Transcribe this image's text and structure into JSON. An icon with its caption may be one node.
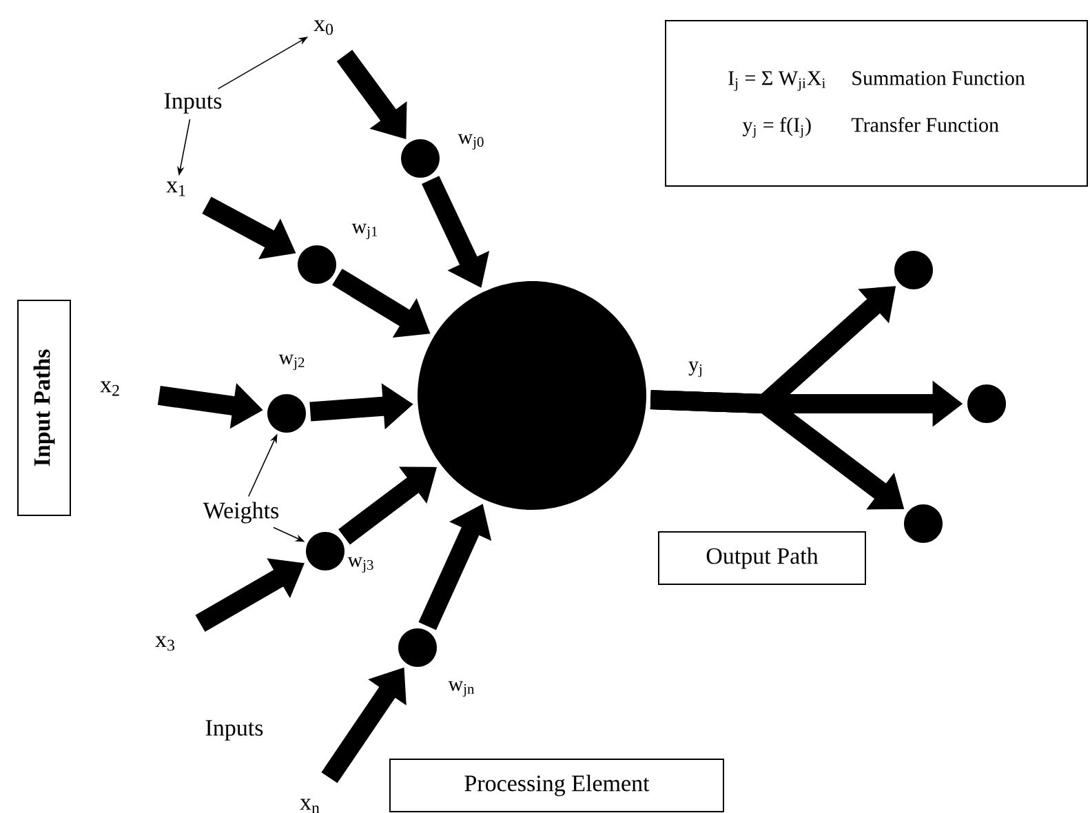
{
  "diagram": {
    "nodes": [
      {
        "text": [
          "Inputs"
        ]
      },
      {
        "text": [
          "x$_{0}$"
        ]
      },
      {
        "text": [],
        "shape": "circle",
        "beside": [
          "w$_{j0}$"
        ]
      },
      {
        "text": [
          "I$_{j}$ = Σ W$_{ji}$X$_{i}$",
          "Summation Function",
          "y$_{j}$ = f(I$_{j}$)",
          "Transfer Function"
        ]
      },
      {
        "text": [
          "x$_{1}$"
        ]
      },
      {
        "text": [],
        "shape": "circle",
        "beside": [
          "w$_{j1}$"
        ]
      },
      {
        "text": [],
        "shape": "circle"
      },
      {
        "text": [],
        "shape": "circle"
      },
      {
        "text": [
          "Input Paths"
        ]
      },
      {
        "text": [
          "x$_{2}$"
        ]
      },
      {
        "text": [],
        "shape": "circle",
        "beside": [
          "w$_{j2}$"
        ]
      },
      {
        "text": [],
        "shape": "circle"
      },
      {
        "text": [
          "Weights"
        ]
      },
      {
        "text": [],
        "shape": "circle",
        "beside": [
          "w$_{j3}$"
        ]
      },
      {
        "text": [],
        "shape": "circle"
      },
      {
        "text": [
          "Output Path"
        ]
      },
      {
        "text": [
          "x$_{3}$"
        ]
      },
      {
        "text": [],
        "shape": "circle",
        "beside": [
          "w$_{jn}$"
        ]
      },
      {
        "text": [
          "x$_{n}$"
        ]
      },
      {
        "text": [
          "Processing Element"
        ]
      }
    ],
    "edges": [
      {
        "from": 0,
        "to": 1,
        "arrow": "to"
      },
      {
        "from": 0,
        "to": 4,
        "arrow": "to"
      },
      {
        "from": 1,
        "to": 2,
        "arrow": "to"
      },
      {
        "from": 2,
        "to": 6,
        "arrow": "to"
      },
      {
        "from": 4,
        "to": 5,
        "arrow": "to"
      },
      {
        "from": 5,
        "to": 6,
        "arrow": "to"
      },
      {
        "from": 9,
        "to": 10,
        "arrow": "to"
      },
      {
        "from": 10,
        "to": 6,
        "arrow": "to"
      },
      {
        "from": 12,
        "to": 10,
        "arrow": "to"
      },
      {
        "from": 12,
        "to": 13,
        "arrow": "to"
      },
      {
        "from": 16,
        "to": 13,
        "arrow": "to"
      },
      {
        "from": 13,
        "to": 6,
        "arrow": "to"
      },
      {
        "from": 18,
        "to": 17,
        "arrow": "to"
      },
      {
        "from": 17,
        "to": 6,
        "arrow": "to"
      },
      {
        "from": 6,
        "to": 7,
        "arrow": "to"
      },
      {
        "from": 6,
        "to": 11,
        "arrow": "to",
        "label": "y$_{j}$"
      },
      {
        "from": 6,
        "to": 14,
        "arrow": "to"
      }
    ],
    "labels": [
      "Inputs"
    ]
  }
}
